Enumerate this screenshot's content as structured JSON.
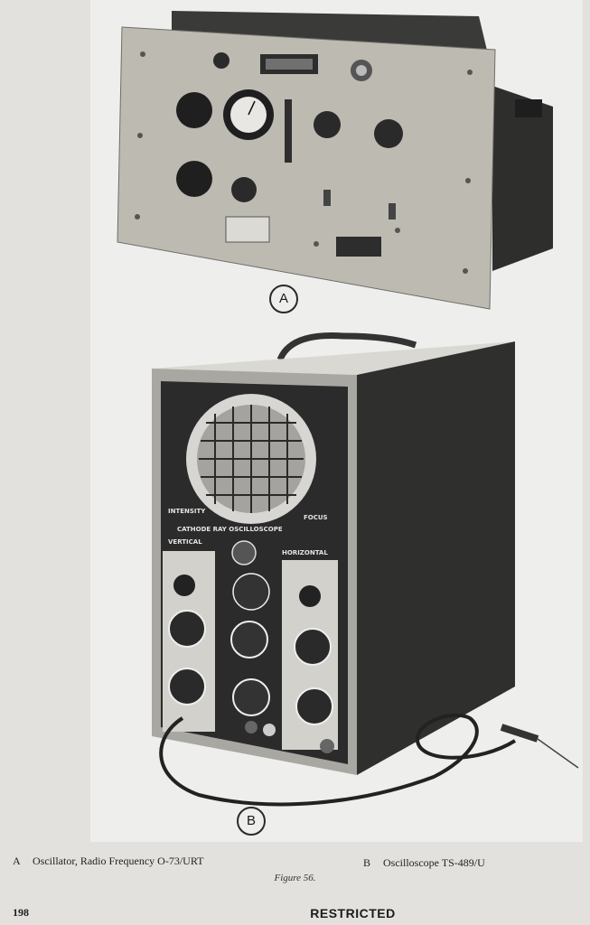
{
  "figure": {
    "label_a": "A",
    "label_b": "B",
    "figure_label": "Figure 56."
  },
  "captions": {
    "a_letter": "A",
    "a_text": "Oscillator, Radio Frequency O-73/URT",
    "b_letter": "B",
    "b_text": "Oscilloscope TS-489/U"
  },
  "panel": {
    "intensity": "INTENSITY",
    "focus": "FOCUS",
    "title": "CATHODE RAY OSCILLOSCOPE",
    "vertical": "VERTICAL",
    "horizontal": "HORIZONTAL"
  },
  "footer": {
    "page_number": "198",
    "classification": "RESTRICTED"
  },
  "colors": {
    "page_bg": "#e2e1de",
    "plate_bg": "#eeeeec",
    "panel_dark": "#2b2b2b",
    "metal": "#bdbab2"
  }
}
